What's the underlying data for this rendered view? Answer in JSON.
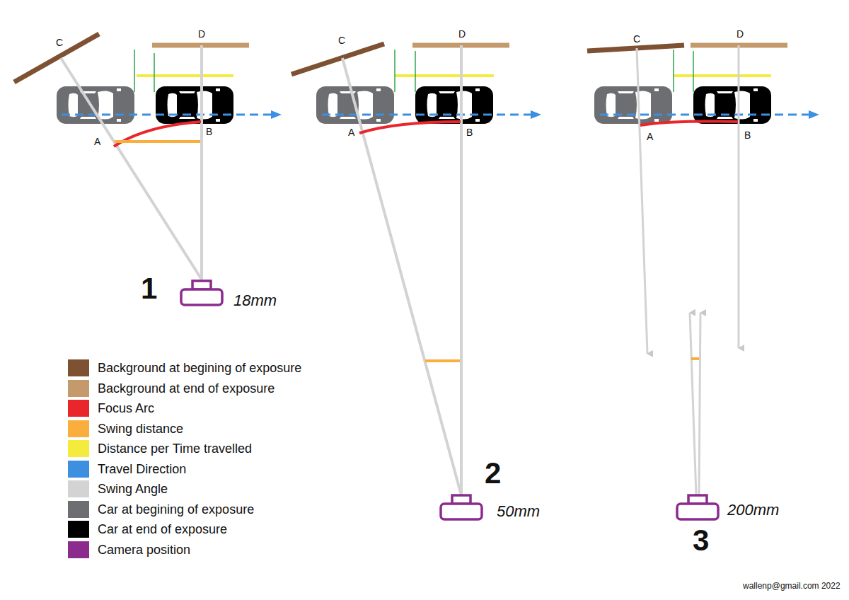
{
  "diagram": {
    "labels": [
      "C",
      "D",
      "A",
      "B",
      "1",
      "18mm",
      "C",
      "D",
      "A",
      "B",
      "2",
      "50mm",
      "C",
      "D",
      "A",
      "B",
      "200mm",
      "3",
      "wallenp@gmail.com 2022"
    ],
    "legend": [
      {
        "text": "Background at begining of exposure",
        "color": "#7f5133"
      },
      {
        "text": "Background at end of exposure",
        "color": "#c49a6c"
      },
      {
        "text": "Focus Arc",
        "color": "#e8262b"
      },
      {
        "text": "Swing distance",
        "color": "#f9ae3d"
      },
      {
        "text": "Distance per Time travelled",
        "color": "#f5eb3c"
      },
      {
        "text": "Travel Direction",
        "color": "#3d8fe0"
      },
      {
        "text": "Swing Angle",
        "color": "#d3d3d3"
      },
      {
        "text": "Car at begining of exposure",
        "color": "#6d6e71"
      },
      {
        "text": "Car at end of exposure",
        "color": "#000000"
      },
      {
        "text": "Camera position",
        "color": "#8b2b8e"
      }
    ]
  }
}
